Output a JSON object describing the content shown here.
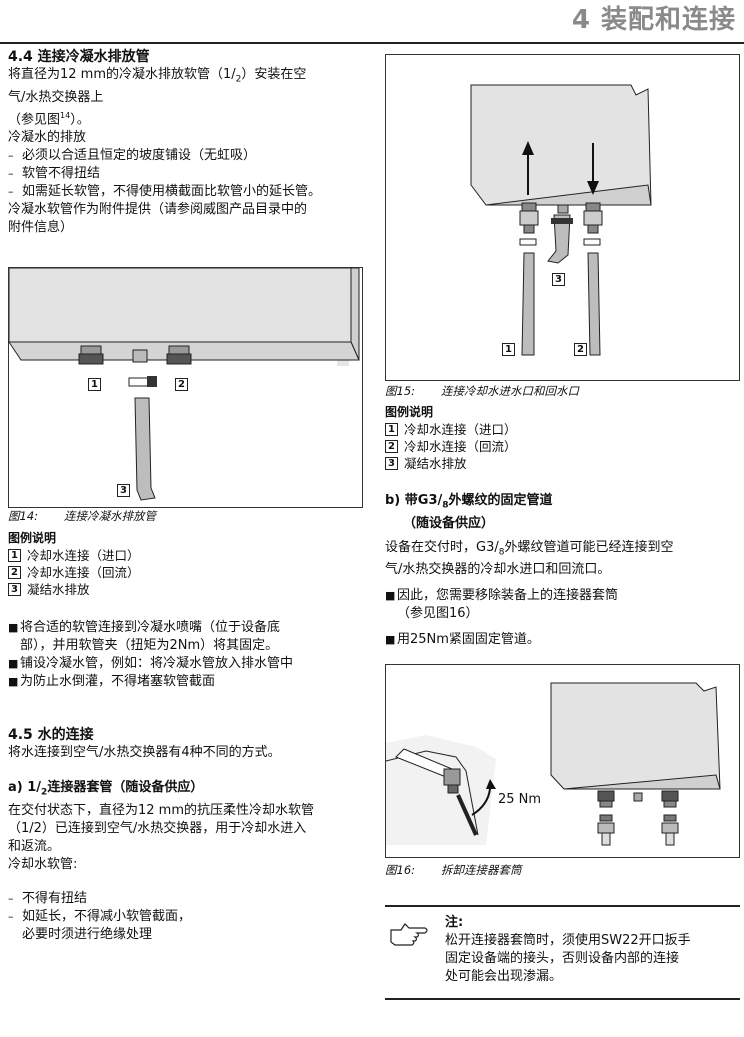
{
  "header": {
    "chapter": "4 装配和连接"
  },
  "s44": {
    "title": "4.4  连接冷凝水排放管",
    "intro_l1": "将直径为12 mm的冷凝水排放软管（1/",
    "intro_sub": "2",
    "intro_l1b": "）安装在空",
    "intro_l2": "气/水热交换器上",
    "intro_l3": "（参见图",
    "intro_sup": "14",
    "intro_l3b": "）。",
    "drain_label": "冷凝水的排放",
    "dash_items": [
      "必须以合适且恒定的坡度铺设（无虹吸）",
      "软管不得扭结",
      "如需延长软管，不得使用横截面比软管小的延长管。"
    ],
    "accessory_l1": "冷凝水软管作为附件提供（请参阅威图产品目录中的",
    "accessory_l2": "附件信息）"
  },
  "fig14": {
    "num": "图14:",
    "text": "连接冷凝水排放管",
    "legend_title": "图例说明",
    "legend": [
      {
        "n": "1",
        "t": "冷却水连接（进口）"
      },
      {
        "n": "2",
        "t": "冷却水连接（回流）"
      },
      {
        "n": "3",
        "t": "凝结水排放"
      }
    ]
  },
  "s44_bullets": [
    {
      "l1": "将合适的软管连接到冷凝水喷嘴（位于设备底",
      "l2": "部），并用软管夹（扭矩为2Nm）将其固定。"
    },
    {
      "l1": "铺设冷凝水管，例如：将冷凝水管放入排水管中",
      "l2": ""
    },
    {
      "l1": "为防止水倒灌，不得堵塞软管截面",
      "l2": ""
    }
  ],
  "s45": {
    "title": "4.5  水的连接",
    "intro": "将水连接到空气/水热交换器有4种不同的方式。",
    "a_title_pre": "a) 1/",
    "a_title_sub": "2",
    "a_title_post": "连接器套管（随设备供应）",
    "a_l1": "在交付状态下，直径为12 mm的抗压柔性冷却水软管",
    "a_l2": "（1/2）已连接到空气/水热交换器，用于冷却水进入",
    "a_l3": "和返流。",
    "a_l4": "冷却水软管:",
    "dash_items": [
      {
        "l1": "不得有扭结",
        "l2": ""
      },
      {
        "l1": "如延长，不得减小软管截面，",
        "l2": "必要时须进行绝缘处理"
      }
    ]
  },
  "fig15": {
    "num": "图15:",
    "text": "连接冷却水进水口和回水口",
    "legend_title": "图例说明",
    "legend": [
      {
        "n": "1",
        "t": "冷却水连接（进口）"
      },
      {
        "n": "2",
        "t": "冷却水连接（回流）"
      },
      {
        "n": "3",
        "t": "凝结水排放"
      }
    ]
  },
  "sb": {
    "title_pre": "b) 带G3/",
    "title_sub": "8",
    "title_post": "外螺纹的固定管道",
    "title_l2": "（随设备供应）",
    "p_l1_pre": "设备在交付时，G3/",
    "p_l1_sub": "8",
    "p_l1_post": "外螺纹管道可能已经连接到空",
    "p_l2": "气/水热交换器的冷却水进口和回流口。",
    "bullets": [
      {
        "l1": "因此，您需要移除装备上的连接器套筒",
        "l2": "（参见图16）"
      },
      {
        "l1": "用25Nm紧固固定管道。",
        "l2": ""
      }
    ]
  },
  "fig16": {
    "num": "图16:",
    "text": "拆卸连接器套筒",
    "torque": "25 Nm"
  },
  "note": {
    "title": "注:",
    "l1": "松开连接器套筒时，须使用SW22开口扳手",
    "l2": "固定设备端的接头，否则设备内部的连接",
    "l3": "处可能会出现渗漏。"
  }
}
